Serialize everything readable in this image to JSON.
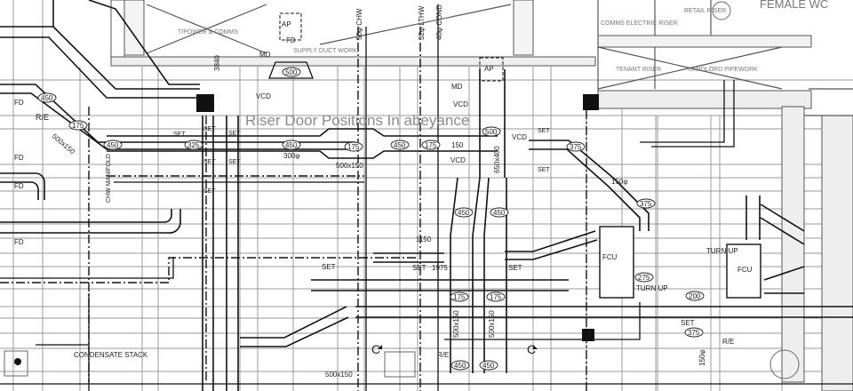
{
  "drawing": {
    "rooms": {
      "power_comms": "T/POWER & COMMS",
      "supply_ductwork": "SUPPLY DUCT WORK",
      "comms_electric_riser": "COMMS ELECTRIC RISER",
      "retail_riser": "RETAIL RISER",
      "tenant_riser": "TENANT RISER",
      "landlord_pipework": "LANDLORD PIPEWORK",
      "female_wc": "FEMALE WC"
    },
    "note": "Riser Door Positions In abeyance",
    "pipes": {
      "chw": "50φ CHW",
      "lthw": "32φ LTHW",
      "cond": "40φ COND"
    },
    "equipment": {
      "ap": "AP",
      "fd": "FD",
      "md": "MD",
      "vcd": "VCD",
      "re": "R/E",
      "set": "SET",
      "fcu": "FCU",
      "turn_up": "TURN UP",
      "chw_manifold": "CHW MANIFOLD",
      "condensate_stack": "CONDENSATE STACK",
      "section_c": "C"
    },
    "dimensions": {
      "d3840": "3840",
      "d500": "500",
      "d450": "450",
      "d175": "175",
      "d325": "325",
      "d300": "300φ",
      "d150": "150",
      "d150phi": "150φ",
      "d375": "375",
      "d275": "275",
      "d200": "200",
      "d500x150": "500x150",
      "d650x400": "650x400",
      "d1150": "1150",
      "d1975": "1975"
    }
  }
}
